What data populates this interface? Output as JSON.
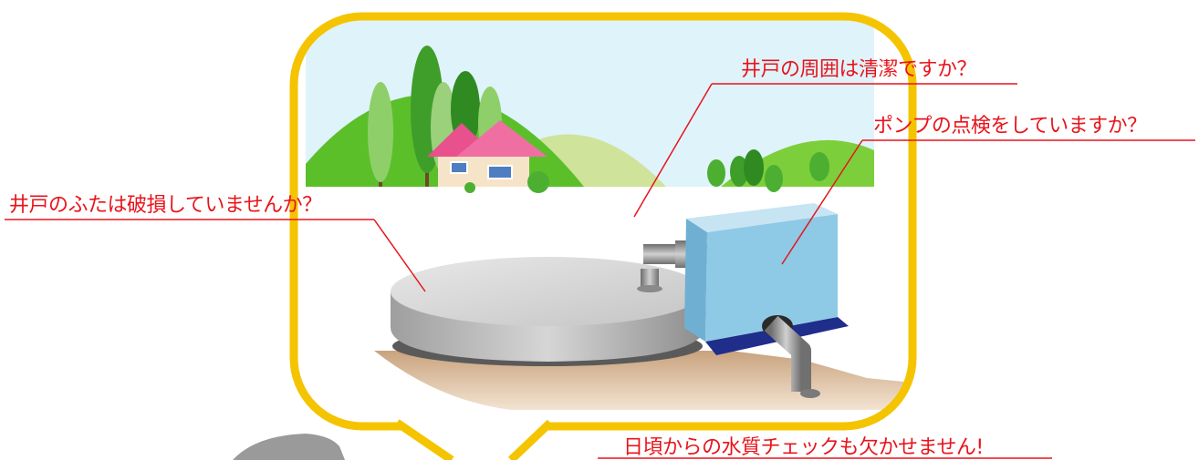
{
  "callouts": {
    "surroundings": "井戸の周囲は清潔ですか？",
    "pump": "ポンプの点検をしていますか？",
    "lid": "井戸のふたは破損していませんか？",
    "daily": "日頃からの水質チェックも欠かせません!"
  },
  "colors": {
    "callout_text": "#e8141b",
    "leader_line": "#e8141b",
    "bubble_border": "#f5c400",
    "sky": "#dff3fb",
    "hill": "#5bbf2a",
    "pump_box": "#8ec9e6",
    "pump_base": "#1f2e8a",
    "well_lid": "#c8c8c8",
    "roof": "#e8508e"
  }
}
